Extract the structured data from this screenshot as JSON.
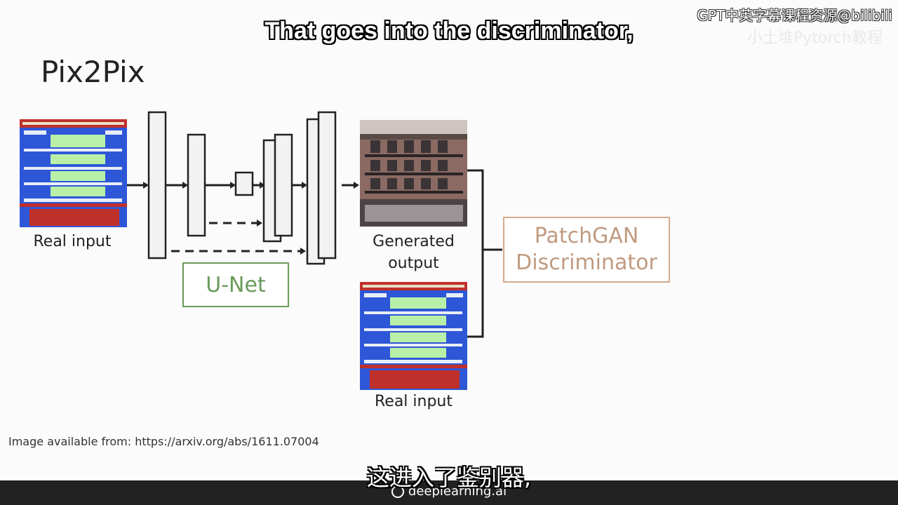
{
  "watermark": "GPT中英字幕课程资源@bilibili",
  "watermark_faint": "小土堆Pytorch教程",
  "subtitle_en": "That goes into the discriminator,",
  "subtitle_zh": "这进入了鉴别器,",
  "slide": {
    "title": "Pix2Pix",
    "real_input_top_label": "Real input",
    "generated_output_label_line1": "Generated",
    "generated_output_label_line2": "output",
    "real_input_bottom_label": "Real input",
    "unet_label": "U-Net",
    "patchgan_line1": "PatchGAN",
    "patchgan_line2": "Discriminator",
    "credit": "Image available from: https://arxiv.org/abs/1611.07004"
  },
  "footer": {
    "brand": "deeplearning.ai"
  },
  "colors": {
    "unet_green": "#6a9a5a",
    "patchgan_tan": "#d4aa8e",
    "facade_blue": "#2e57d8",
    "facade_red": "#c0302b",
    "facade_green": "#b8f0a8"
  }
}
